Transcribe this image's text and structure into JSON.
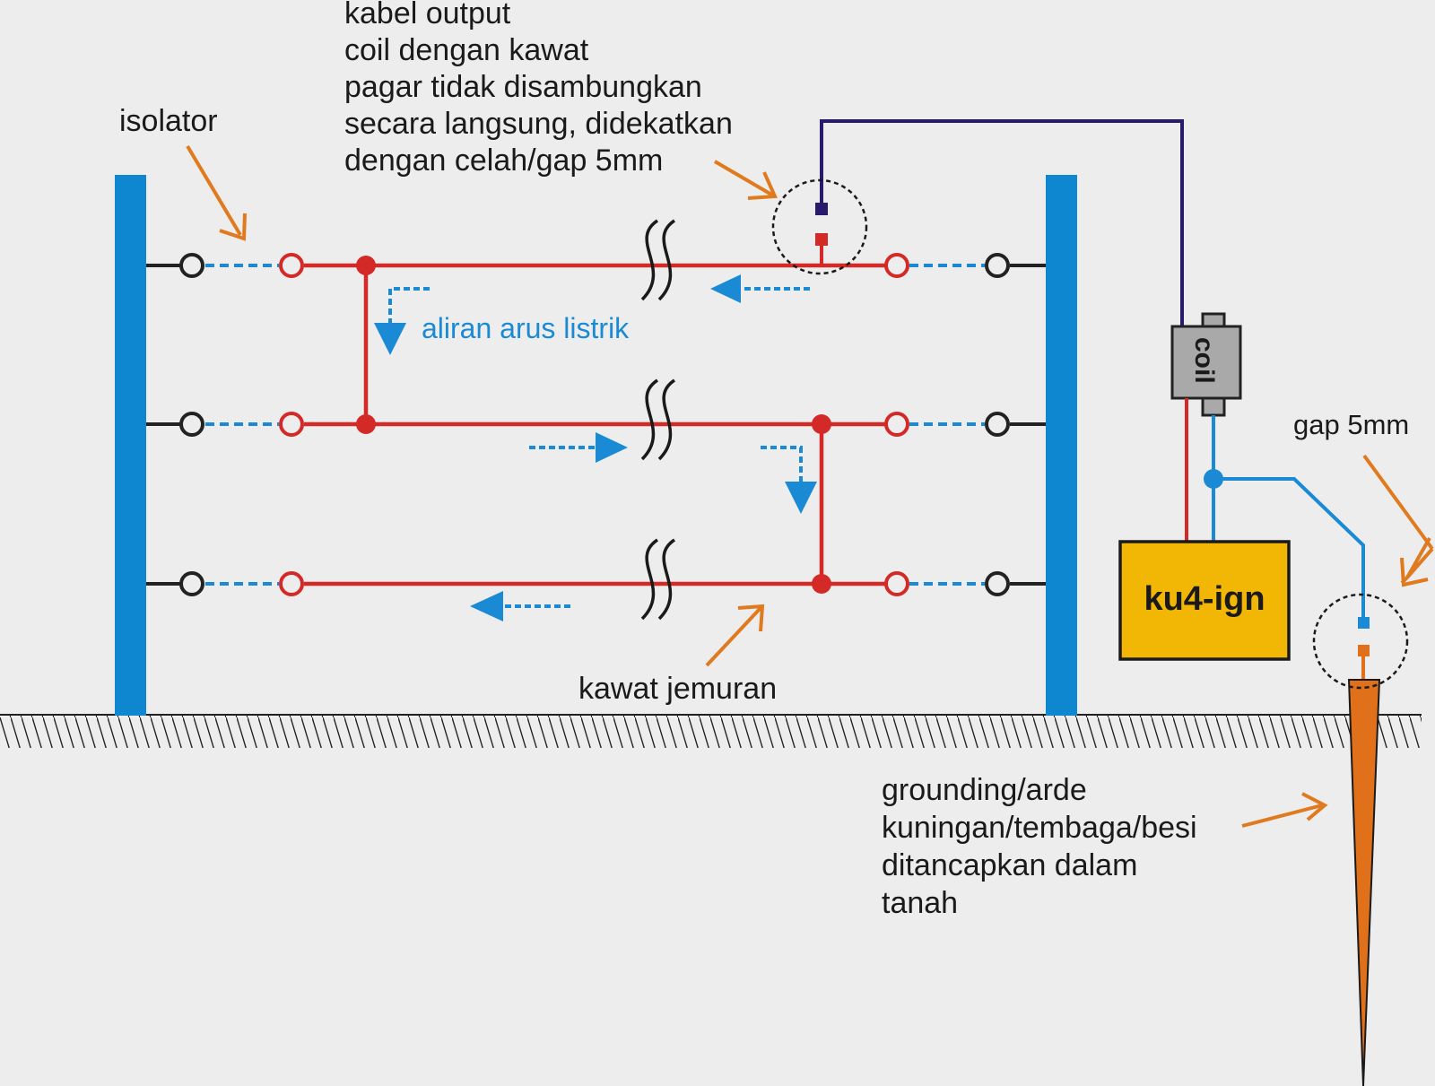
{
  "labels": {
    "isolator": "isolator",
    "output_note": [
      "kabel output",
      "coil dengan kawat",
      "pagar tidak disambungkan",
      "secara langsung, didekatkan",
      "dengan celah/gap 5mm"
    ],
    "current_flow": "aliran arus listrik",
    "clothesline_wire": "kawat jemuran",
    "coil": "coil",
    "device": "ku4-ign",
    "gap": "gap 5mm",
    "grounding_note": [
      "grounding/arde",
      "kuningan/tembaga/besi",
      "ditancapkan dalam",
      "tanah"
    ]
  },
  "colors": {
    "background": "#ededed",
    "post": "#0f86d0",
    "fence_wire": "#d42a27",
    "dashed_link": "#1a8ad4",
    "flow_arrow": "#1a8ad4",
    "output_cable": "#2a1a6e",
    "ground_cable": "#1a8ad4",
    "pointer_arrow": "#e07a1f",
    "device_box": "#f2b705",
    "coil_body": "#a9a9a9",
    "ground_rod": "#e0701a",
    "ground_hatch": "#222222"
  }
}
